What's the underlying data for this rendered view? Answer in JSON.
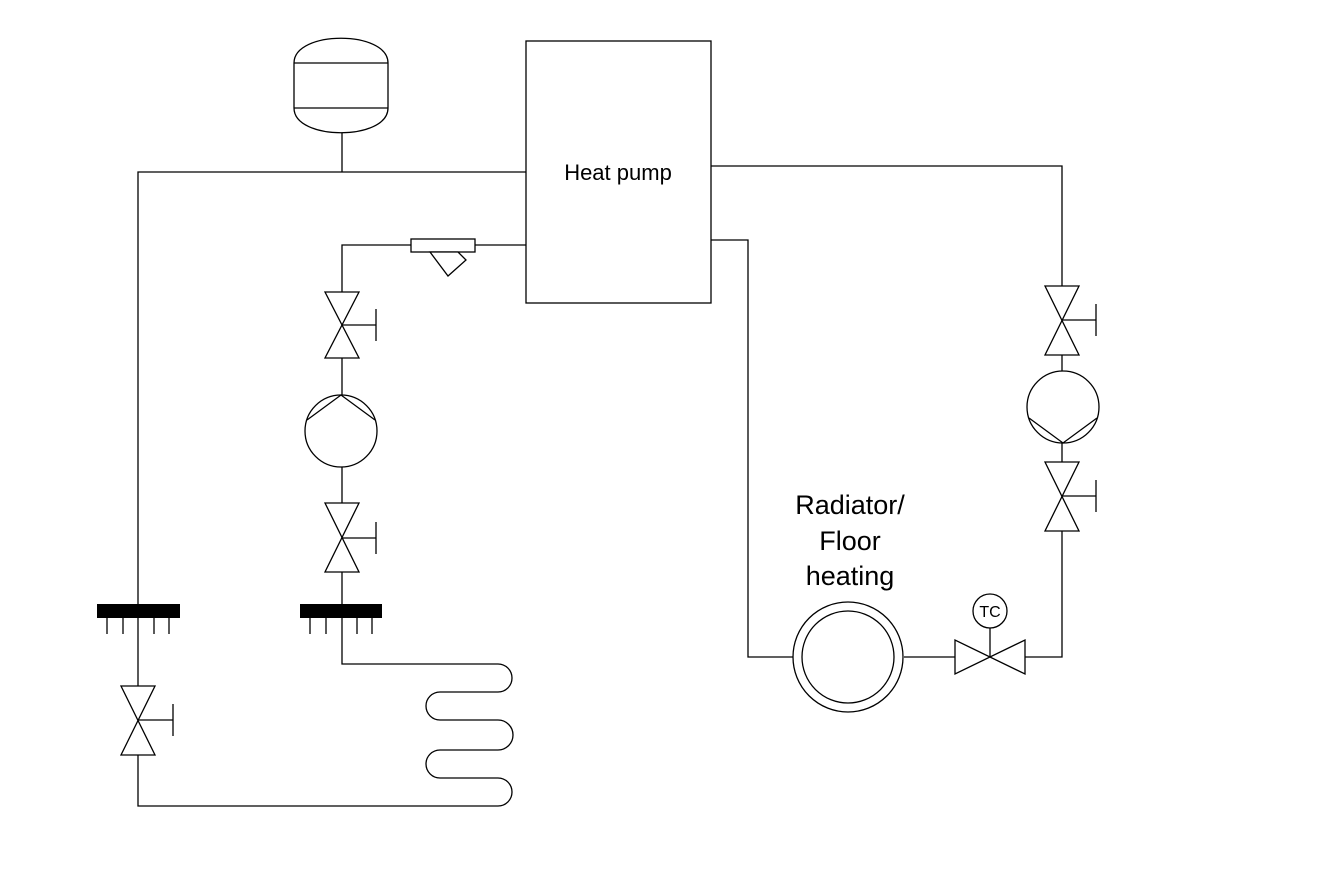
{
  "heat_pump": {
    "label": "Heat pump"
  },
  "heat_emitter": {
    "label_lines": [
      "Radiator/",
      "Floor",
      "heating"
    ]
  },
  "temperature_control": {
    "label": "TC"
  }
}
